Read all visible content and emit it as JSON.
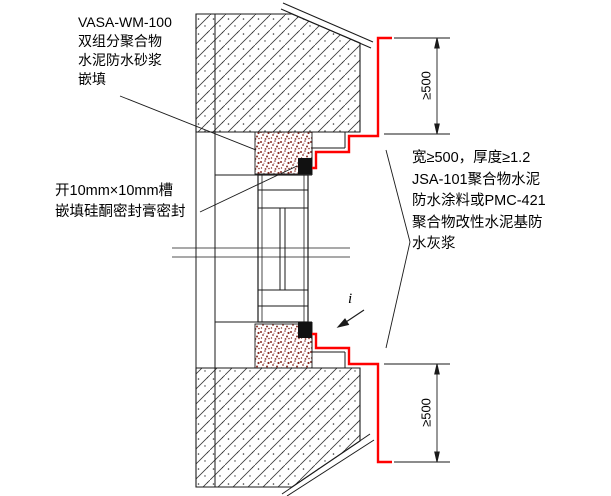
{
  "colors": {
    "line": "#1a1a1a",
    "waterproof_coating": "#ff0000",
    "mortar_speckle": "#8a2f28"
  },
  "annotations": {
    "mortar_note": {
      "lines": [
        "VASA-WM-100",
        "双组分聚合物",
        "水泥防水砂浆",
        "嵌填"
      ]
    },
    "groove_note": {
      "lines": [
        "开10mm×10mm槽",
        "嵌填硅酮密封膏密封"
      ]
    },
    "coating_note": {
      "lines": [
        "宽≥500，厚度≥1.2",
        "JSA-101聚合物水泥",
        "防水涂料或PMC-421",
        "聚合物改性水泥基防",
        "水灰浆"
      ]
    },
    "dimension_top": "≥500",
    "dimension_bottom": "≥500",
    "slope_label": "i"
  }
}
